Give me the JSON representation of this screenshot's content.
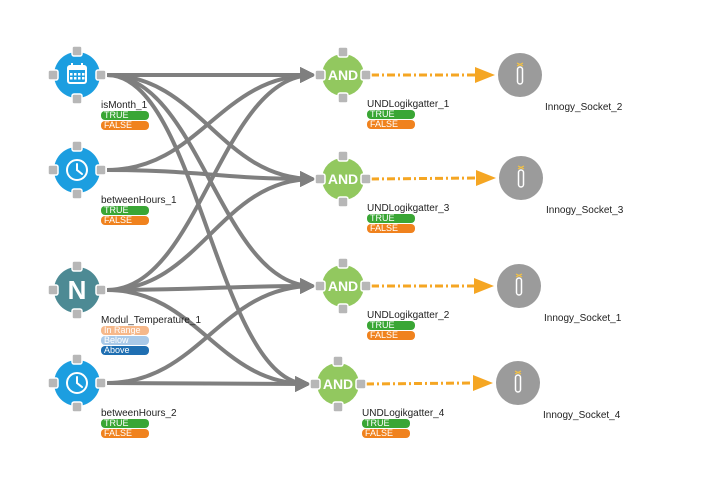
{
  "colors": {
    "edge": "#7f7f7f",
    "output_edge": "#f5a623",
    "trigger_blue": "#1c9ee0",
    "sensor_teal": "#4d8a94",
    "and_green": "#92c85f",
    "socket_gray": "#9b9b9b",
    "true": "#3aa635",
    "false": "#f0821e",
    "in_range": "#f6b88a",
    "below": "#a9c9e8",
    "above": "#1f6fb2"
  },
  "triggers": [
    {
      "id": "isMonth_1",
      "label": "isMonth_1",
      "icon": "calendar-icon",
      "states": [
        {
          "text": "TRUE",
          "color": "true"
        },
        {
          "text": "FALSE",
          "color": "false"
        }
      ]
    },
    {
      "id": "betweenHours_1",
      "label": "betweenHours_1",
      "icon": "clock-icon",
      "states": [
        {
          "text": "TRUE",
          "color": "true"
        },
        {
          "text": "FALSE",
          "color": "false"
        }
      ]
    },
    {
      "id": "Modul_Temperature_1",
      "label": "Modul_Temperature_1",
      "icon": "n-letter-icon",
      "icon_text": "N",
      "states": [
        {
          "text": "In Range",
          "color": "in_range"
        },
        {
          "text": "Below",
          "color": "below"
        },
        {
          "text": "Above",
          "color": "above"
        }
      ]
    },
    {
      "id": "betweenHours_2",
      "label": "betweenHours_2",
      "icon": "clock-icon",
      "states": [
        {
          "text": "TRUE",
          "color": "true"
        },
        {
          "text": "FALSE",
          "color": "false"
        }
      ]
    }
  ],
  "gates": [
    {
      "id": "UNDLogikgatter_1",
      "label": "UNDLogikgatter_1",
      "text": "AND",
      "states": [
        {
          "text": "TRUE",
          "color": "true"
        },
        {
          "text": "FALSE",
          "color": "false"
        }
      ]
    },
    {
      "id": "UNDLogikgatter_3",
      "label": "UNDLogikgatter_3",
      "text": "AND",
      "states": [
        {
          "text": "TRUE",
          "color": "true"
        },
        {
          "text": "FALSE",
          "color": "false"
        }
      ]
    },
    {
      "id": "UNDLogikgatter_2",
      "label": "UNDLogikgatter_2",
      "text": "AND",
      "states": [
        {
          "text": "TRUE",
          "color": "true"
        },
        {
          "text": "FALSE",
          "color": "false"
        }
      ]
    },
    {
      "id": "UNDLogikgatter_4",
      "label": "UNDLogikgatter_4",
      "text": "AND",
      "states": [
        {
          "text": "TRUE",
          "color": "true"
        },
        {
          "text": "FALSE",
          "color": "false"
        }
      ]
    }
  ],
  "sockets": [
    {
      "id": "Innogy_Socket_2",
      "label": "Innogy_Socket_2",
      "icon": "socket-plug-icon"
    },
    {
      "id": "Innogy_Socket_3",
      "label": "Innogy_Socket_3",
      "icon": "socket-plug-icon"
    },
    {
      "id": "Innogy_Socket_1",
      "label": "Innogy_Socket_1",
      "icon": "socket-plug-icon"
    },
    {
      "id": "Innogy_Socket_4",
      "label": "Innogy_Socket_4",
      "icon": "socket-plug-icon"
    }
  ],
  "edges": [
    {
      "from": "isMonth_1",
      "to": "UNDLogikgatter_1"
    },
    {
      "from": "isMonth_1",
      "to": "UNDLogikgatter_3"
    },
    {
      "from": "isMonth_1",
      "to": "UNDLogikgatter_2"
    },
    {
      "from": "isMonth_1",
      "to": "UNDLogikgatter_4"
    },
    {
      "from": "betweenHours_1",
      "to": "UNDLogikgatter_1"
    },
    {
      "from": "betweenHours_1",
      "to": "UNDLogikgatter_3"
    },
    {
      "from": "Modul_Temperature_1",
      "to": "UNDLogikgatter_1"
    },
    {
      "from": "Modul_Temperature_1",
      "to": "UNDLogikgatter_3"
    },
    {
      "from": "Modul_Temperature_1",
      "to": "UNDLogikgatter_2"
    },
    {
      "from": "Modul_Temperature_1",
      "to": "UNDLogikgatter_4"
    },
    {
      "from": "betweenHours_2",
      "to": "UNDLogikgatter_2"
    },
    {
      "from": "betweenHours_2",
      "to": "UNDLogikgatter_4"
    }
  ],
  "outputs": [
    {
      "from": "UNDLogikgatter_1",
      "to": "Innogy_Socket_2"
    },
    {
      "from": "UNDLogikgatter_3",
      "to": "Innogy_Socket_3"
    },
    {
      "from": "UNDLogikgatter_2",
      "to": "Innogy_Socket_1"
    },
    {
      "from": "UNDLogikgatter_4",
      "to": "Innogy_Socket_4"
    }
  ]
}
